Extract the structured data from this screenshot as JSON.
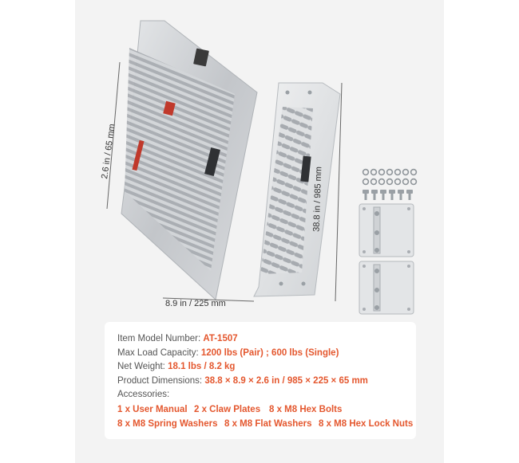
{
  "colors": {
    "background": "#f3f3f3",
    "panel": "#ffffff",
    "label_text": "#555555",
    "value_accent": "#e4572e",
    "metal": "#c9ccd0"
  },
  "dimensions": {
    "height_label": "2.6 in / 65 mm",
    "length_label": "38.8 in / 985 mm",
    "width_label": "8.9 in / 225 mm"
  },
  "specs": {
    "model_label": "Item Model Number:",
    "model_value": "AT-1507",
    "load_label": "Max Load Capacity:",
    "load_value": "1200 lbs (Pair) ; 600 lbs (Single)",
    "weight_label": "Net Weight:",
    "weight_value": "18.1 lbs / 8.2 kg",
    "dims_label": "Product Dimensions:",
    "dims_value": "38.8 × 8.9 × 2.6 in / 985 × 225 × 65 mm",
    "accessories_label": "Accessories:",
    "accessories": [
      "1 x User Manual",
      "2 x Claw Plates",
      "8 x M8 Hex Bolts",
      "8 x M8 Spring Washers",
      "8 x M8 Flat Washers",
      "8 x M8 Hex Lock Nuts"
    ]
  }
}
